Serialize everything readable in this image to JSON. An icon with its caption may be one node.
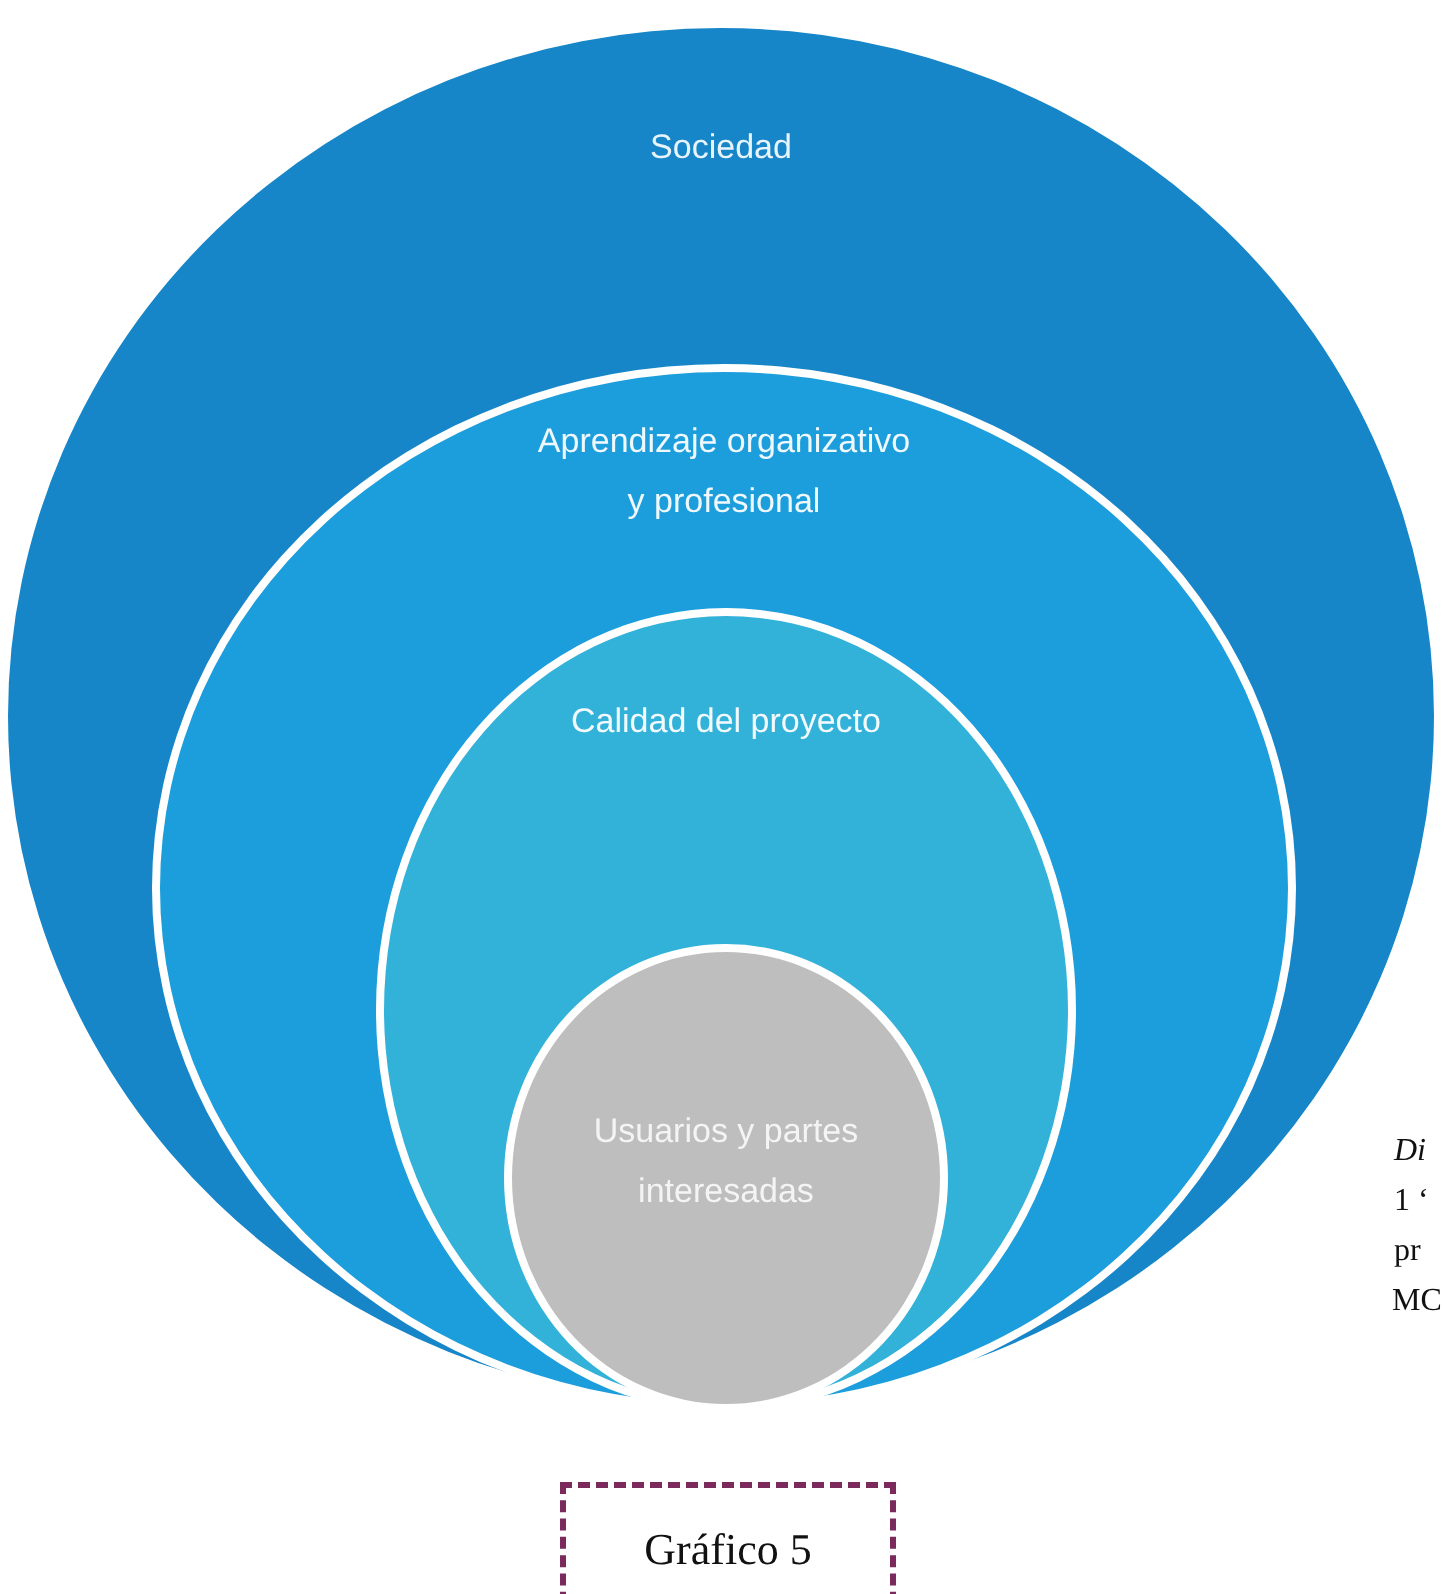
{
  "diagram": {
    "nodes": [
      {
        "text": [
          "Sociedad"
        ]
      },
      {
        "text": [
          "Aprendizaje organizativo y profesional"
        ],
        "in": 0
      },
      {
        "text": [
          "Calidad del proyecto"
        ],
        "in": 1
      },
      {
        "text": [
          "Usuarios y partes interesadas"
        ],
        "in": 2
      },
      {
        "text": [
          "Gráfico 5"
        ]
      }
    ],
    "edges": [],
    "labels": [
      "Di",
      "1 ‘",
      "pr",
      "MC"
    ]
  }
}
